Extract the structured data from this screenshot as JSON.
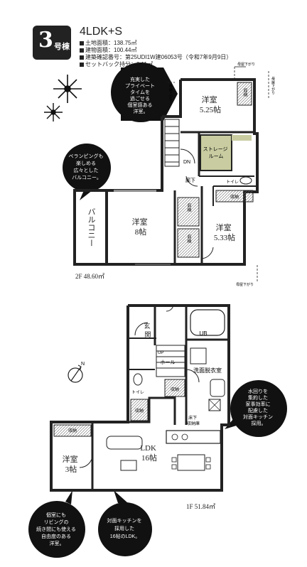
{
  "header": {
    "number": "3",
    "unit": "号棟",
    "plan_type": "4LDK+S",
    "specs": [
      "土地面積：138.75㎡",
      "建物面積：100.44㎡",
      "建築確認番号：第25UDI1W建06053号（令和7年9月9日）",
      "セットバック持分：0.11㎡"
    ]
  },
  "callouts": {
    "private_time": [
      "充実した",
      "プライベート",
      "タイムを",
      "過ごせる",
      "個室感ある",
      "洋室。"
    ],
    "balcony": [
      "ベランピングも",
      "楽しめる",
      "広々とした",
      "バルコニー。"
    ],
    "kitchen": [
      "水回りを",
      "集約した",
      "家事効率に",
      "配慮した",
      "対面キッチン",
      "採用。"
    ],
    "western_room": [
      "個室にも",
      "リビングの",
      "続き間にも使える",
      "自由度のある",
      "洋室。"
    ],
    "ldk": [
      "対面キッチンを",
      "採用した",
      "16帖のLDK。"
    ]
  },
  "floor2": {
    "label": "2F  48.60㎡",
    "rooms": {
      "western_top": [
        "洋室",
        "5.25帖"
      ],
      "western_main": [
        "洋室",
        "8帖"
      ],
      "western_right": [
        "洋室",
        "5.33帖"
      ],
      "storage": [
        "ストレージ",
        "ルーム"
      ],
      "balcony": "バルコニー",
      "hallway": "廊下",
      "toilet": "トイレ",
      "closet": "収納",
      "dn": "DN"
    },
    "annotations": {
      "loft_a": "母屋下がり",
      "loft_b": "母屋下がり",
      "loft_c": "母屋下がり",
      "loft_d": "母屋下がり"
    }
  },
  "floor1": {
    "label": "1F  51.84㎡",
    "rooms": {
      "entrance": [
        "玄",
        "関"
      ],
      "ub": "UB",
      "washroom": "洗面脱衣室",
      "hall": "ホール",
      "up": "UP",
      "toilet": "トイレ",
      "closet": "収納",
      "ldk": [
        "LDK",
        "16帖"
      ],
      "western": [
        "洋室",
        "3帖"
      ],
      "pantry": [
        "床下",
        "収納庫"
      ],
      "closet_top": "収納"
    },
    "compass": "N"
  }
}
